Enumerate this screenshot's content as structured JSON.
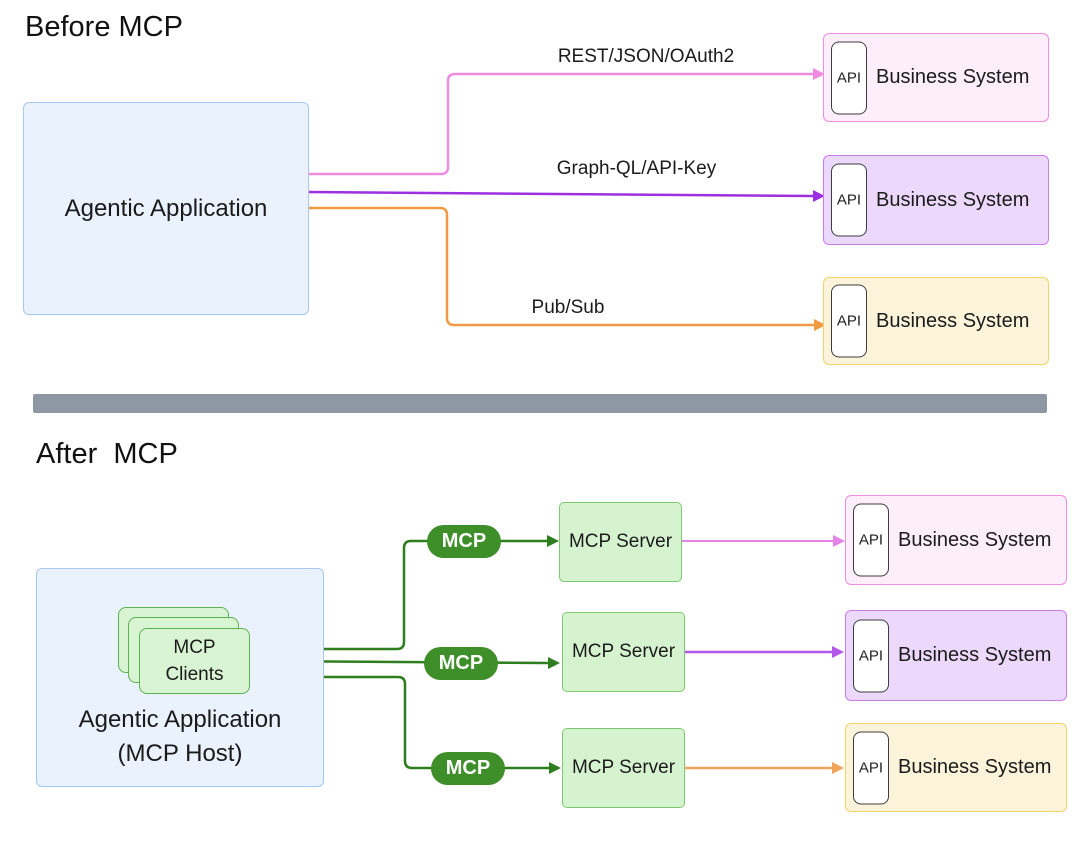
{
  "colors": {
    "line_pink": "#f18bdf",
    "line_purple": "#9c2fe0",
    "line_orange": "#f29a43",
    "line_orchid": "#e583e8",
    "line_violet": "#b356ea",
    "line_orange_light": "#f2a35c",
    "line_green": "#2e7d1e",
    "pill_green": "#3e8e29",
    "divider_gray": "#8e98a5",
    "app_box_blue": "#e9f2fd",
    "system_pink": "#fceefa",
    "system_purple": "#ecd8fb",
    "system_cream": "#fbf3da",
    "server_green": "#d6f3d0"
  },
  "before": {
    "title": "Before MCP",
    "app_label": "Agentic Application",
    "connections": [
      {
        "label": "REST/JSON/OAuth2"
      },
      {
        "label": "Graph-QL/API-Key"
      },
      {
        "label": "Pub/Sub"
      }
    ],
    "systems": [
      {
        "api": "API",
        "label": "Business System"
      },
      {
        "api": "API",
        "label": "Business System"
      },
      {
        "api": "API",
        "label": "Business System"
      }
    ]
  },
  "after": {
    "title": "After  MCP",
    "host_label_line1": "Agentic Application",
    "host_label_line2": "(MCP Host)",
    "clients_line1": "MCP",
    "clients_line2": "Clients",
    "pill_label": "MCP",
    "servers": [
      {
        "label": "MCP Server"
      },
      {
        "label": "MCP Server"
      },
      {
        "label": "MCP Server"
      }
    ],
    "systems": [
      {
        "api": "API",
        "label": "Business System"
      },
      {
        "api": "API",
        "label": "Business System"
      },
      {
        "api": "API",
        "label": "Business System"
      }
    ]
  }
}
